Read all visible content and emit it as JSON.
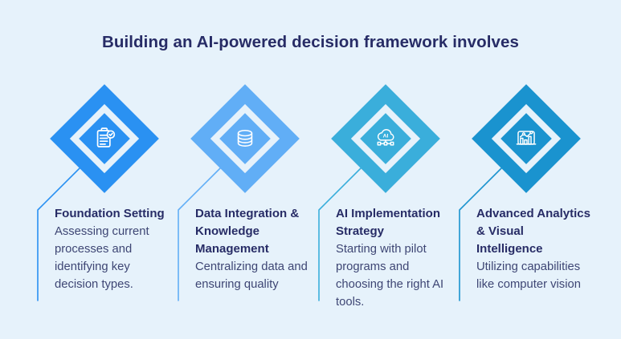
{
  "title": "Building an AI-powered decision framework involves",
  "colors": {
    "background": "#e6f2fb",
    "heading_text": "#272c66",
    "body_text": "#3e4674"
  },
  "columns": [
    {
      "icon": "clipboard-check-icon",
      "color": "#2a91f2",
      "title": "Foundation Setting",
      "description": "Assessing current processes and identifying key decision types."
    },
    {
      "icon": "database-icon",
      "color": "#61aef6",
      "title": "Data Integration & Knowledge Management",
      "description": "Centralizing data and ensuring quality"
    },
    {
      "icon": "ai-cloud-icon",
      "icon_label": "AI",
      "color": "#3aaedb",
      "title": "AI Implementation Strategy",
      "description": "Starting with pilot programs and choosing the right AI tools."
    },
    {
      "icon": "analytics-chart-icon",
      "color": "#1a93cf",
      "title": "Advanced Analytics & Visual Intelligence",
      "description": "Utilizing capabilities like computer vision"
    }
  ]
}
